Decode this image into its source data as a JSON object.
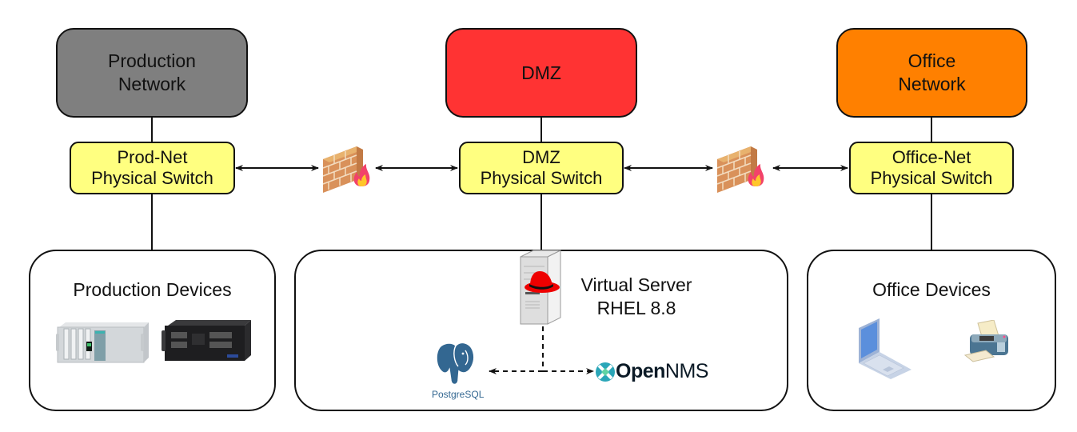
{
  "diagram": {
    "zones": [
      {
        "id": "production",
        "label": "Production\nNetwork",
        "color": "#7f7f7f"
      },
      {
        "id": "dmz",
        "label": "DMZ",
        "color": "#ff3333"
      },
      {
        "id": "office",
        "label": "Office\nNetwork",
        "color": "#ff8000"
      }
    ],
    "switches": [
      {
        "id": "prod-switch",
        "label": "Prod-Net\nPhysical Switch"
      },
      {
        "id": "dmz-switch",
        "label": "DMZ\nPhysical Switch"
      },
      {
        "id": "office-switch",
        "label": "Office-Net\nPhysical Switch"
      }
    ],
    "switch_color": "#ffff80",
    "firewalls": [
      {
        "id": "firewall-prod-dmz",
        "icon": "firewall-icon"
      },
      {
        "id": "firewall-dmz-office",
        "icon": "firewall-icon"
      }
    ],
    "groups": {
      "production": {
        "title": "Production Devices",
        "devices": [
          "industrial-pc-silver-icon",
          "industrial-pc-black-icon"
        ]
      },
      "dmz": {
        "server_label": "Virtual Server\nRHEL 8.8",
        "server_icon": "redhat-server-icon",
        "services": [
          {
            "name": "PostgreSQL",
            "icon": "postgresql-elephant-icon"
          },
          {
            "name_bold": "Open",
            "name_regular": "NMS",
            "icon": "opennms-logo-icon"
          }
        ]
      },
      "office": {
        "title": "Office Devices",
        "devices": [
          "laptop-icon",
          "printer-icon"
        ]
      }
    },
    "connections": [
      {
        "from": "production",
        "to": "prod-switch",
        "style": "solid"
      },
      {
        "from": "dmz",
        "to": "dmz-switch",
        "style": "solid"
      },
      {
        "from": "office",
        "to": "office-switch",
        "style": "solid"
      },
      {
        "from": "prod-switch",
        "to": "firewall-prod-dmz",
        "style": "solid-bidirectional"
      },
      {
        "from": "firewall-prod-dmz",
        "to": "dmz-switch",
        "style": "solid-bidirectional"
      },
      {
        "from": "dmz-switch",
        "to": "firewall-dmz-office",
        "style": "solid-bidirectional"
      },
      {
        "from": "firewall-dmz-office",
        "to": "office-switch",
        "style": "solid-bidirectional"
      },
      {
        "from": "prod-switch",
        "to": "production-devices",
        "style": "solid"
      },
      {
        "from": "dmz-switch",
        "to": "virtual-server",
        "style": "solid"
      },
      {
        "from": "office-switch",
        "to": "office-devices",
        "style": "solid"
      },
      {
        "from": "virtual-server",
        "to": "PostgreSQL",
        "style": "dashed-arrow"
      },
      {
        "from": "virtual-server",
        "to": "OpenNMS",
        "style": "dashed-arrow"
      }
    ]
  }
}
